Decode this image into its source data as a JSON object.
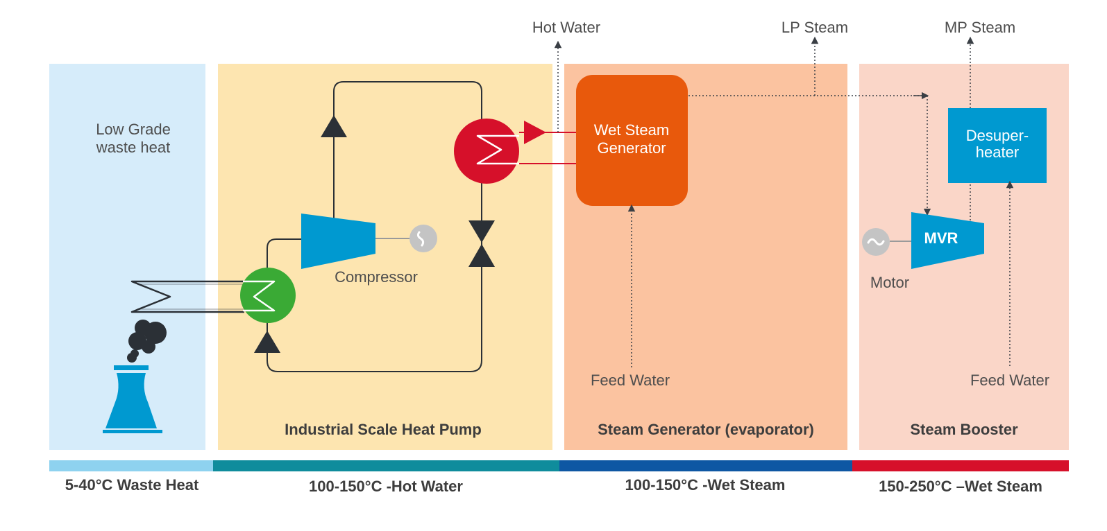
{
  "outputs": {
    "hot_water": "Hot Water",
    "lp_steam": "LP Steam",
    "mp_steam": "MP Steam"
  },
  "zones": {
    "waste_heat": {
      "line1": "Low Grade",
      "line2": "waste heat",
      "color": "#d6ecfa"
    },
    "heat_pump": {
      "title": "Industrial Scale Heat Pump",
      "compressor": "Compressor",
      "color": "#fde5b0"
    },
    "steam_generator": {
      "title": "Steam Generator (evaporator)",
      "box_line1": "Wet Steam",
      "box_line2": "Generator",
      "feed_water": "Feed Water",
      "color": "#fbc3a0",
      "box_color": "#e8590c"
    },
    "steam_booster": {
      "title": "Steam Booster",
      "desuper_line1": "Desuper-",
      "desuper_line2": "heater",
      "mvr": "MVR",
      "motor": "Motor",
      "feed_water": "Feed Water",
      "color": "#fad6c8",
      "equipment_color": "#0099d0"
    }
  },
  "temperature_bar": [
    {
      "label": "5-40°C Waste Heat",
      "color": "#8ed2ef"
    },
    {
      "label": "100-150°C -Hot Water",
      "color": "#0f8c9c"
    },
    {
      "label": "100-150°C -Wet Steam",
      "color": "#0e57a3"
    },
    {
      "label": "150-250°C –Wet Steam",
      "color": "#d6102a"
    }
  ],
  "colors": {
    "line": "#2b3036",
    "hot_line": "#d6102a",
    "green_hx": "#3aaa35",
    "red_hx": "#d6102a",
    "compressor": "#0099d0",
    "chimney": "#0099d0",
    "smoke": "#2b3036",
    "motor": "#c4c4c4"
  }
}
